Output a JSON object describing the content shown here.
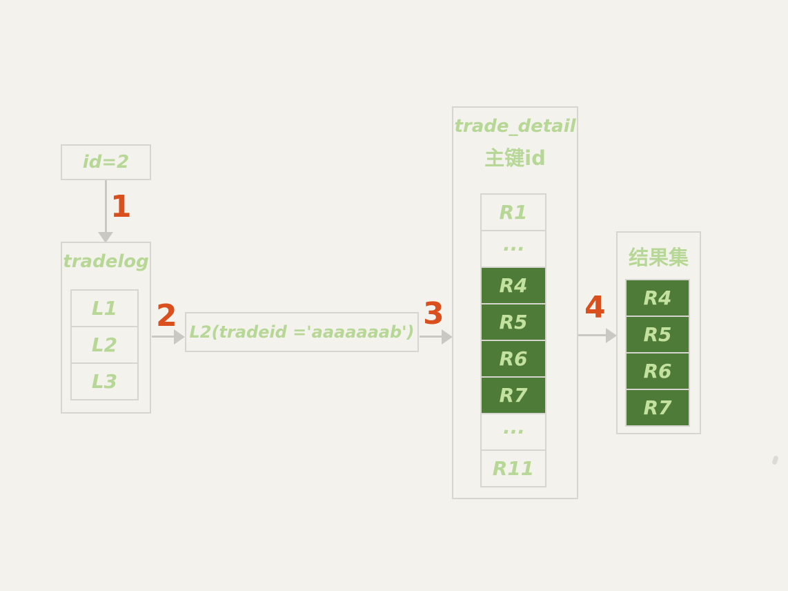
{
  "palette": {
    "background": "#f4f2ec",
    "box_border": "#d6d5cf",
    "arrow_gray": "#c9c8c3",
    "text_green": "#b7d796",
    "cell_green_bg": "#4f7b38",
    "cell_green_text": "#c3e2a0",
    "step_orange": "#d94f1d"
  },
  "id_box": {
    "label": "id=2"
  },
  "steps": {
    "s1": "1",
    "s2": "2",
    "s3": "3",
    "s4": "4"
  },
  "tradelog": {
    "title": "tradelog",
    "rows": [
      "L1",
      "L2",
      "L3"
    ]
  },
  "query_box": {
    "label": "L2(tradeid ='aaaaaaab')"
  },
  "trade_detail": {
    "title": "trade_detail",
    "subtitle": "主键id",
    "rows": [
      {
        "label": "R1",
        "highlight": false
      },
      {
        "label": "···",
        "highlight": false
      },
      {
        "label": "R4",
        "highlight": true
      },
      {
        "label": "R5",
        "highlight": true
      },
      {
        "label": "R6",
        "highlight": true
      },
      {
        "label": "R7",
        "highlight": true
      },
      {
        "label": "···",
        "highlight": false
      },
      {
        "label": "R11",
        "highlight": false
      }
    ]
  },
  "result_set": {
    "title": "结果集",
    "rows": [
      {
        "label": "R4",
        "highlight": true
      },
      {
        "label": "R5",
        "highlight": true
      },
      {
        "label": "R6",
        "highlight": true
      },
      {
        "label": "R7",
        "highlight": true
      }
    ]
  }
}
